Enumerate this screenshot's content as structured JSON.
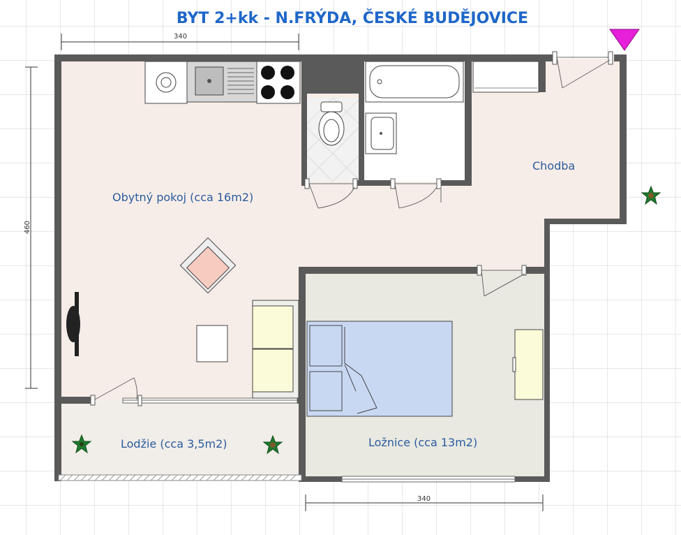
{
  "title": "BYT 2+kk - N.FRÝDA, ČESKÉ BUDĚJOVICE",
  "rooms": {
    "living": "Obytný pokoj (cca 16m2)",
    "hallway": "Chodba",
    "loggia": "Lodžie (cca 3,5m2)",
    "bedroom": "Ložnice (cca 13m2)"
  },
  "dimensions": {
    "top": "340",
    "left": "460",
    "bottom": "340"
  },
  "colors": {
    "wall": "#5a5a5a",
    "floor": "#f7ede8",
    "bedroom_floor": "#e9e9e2",
    "title": "#1f67c9",
    "label": "#2b5c9e",
    "bed": "#c9d8f2",
    "sofa": "#fbfbd9",
    "armchair": "#f7ccc0",
    "marker": "#e61fd9"
  }
}
